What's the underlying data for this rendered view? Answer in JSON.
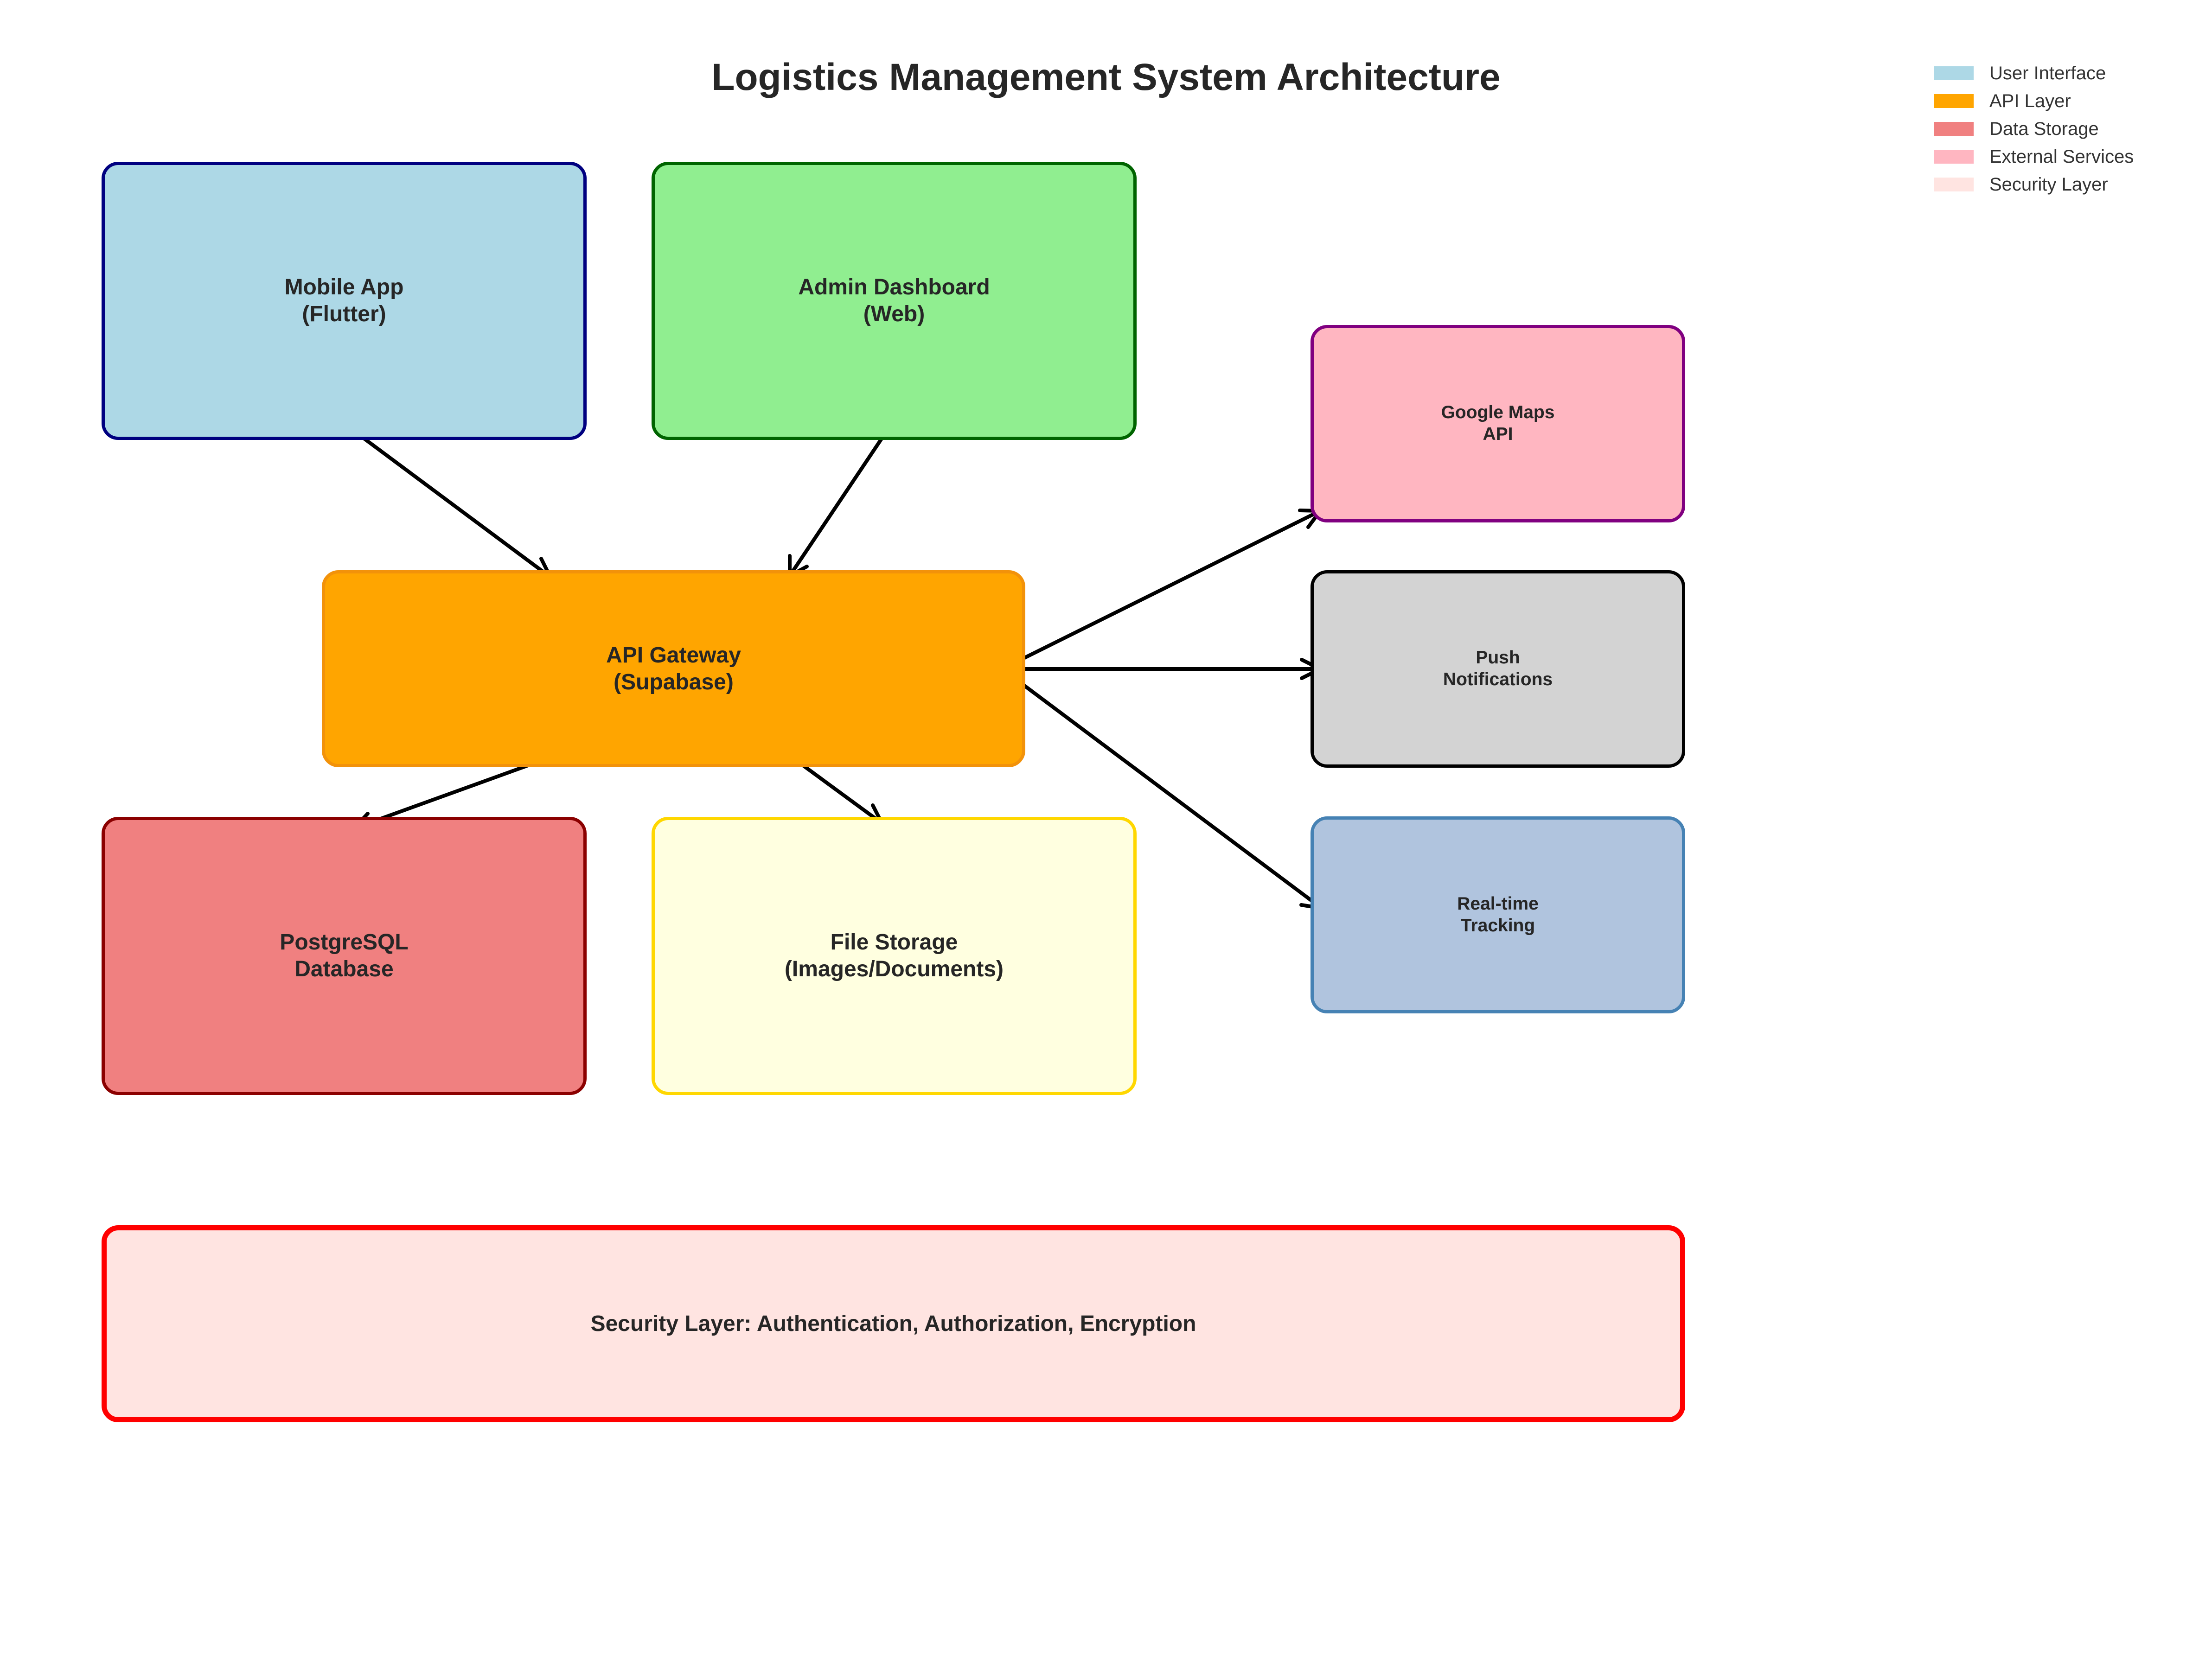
{
  "title": "Logistics Management System Architecture",
  "nodes": {
    "mobile_app": "Mobile App\n(Flutter)",
    "admin_dashboard": "Admin Dashboard\n(Web)",
    "api_gateway": "API Gateway\n(Supabase)",
    "postgresql": "PostgreSQL\nDatabase",
    "file_storage": "File Storage\n(Images/Documents)",
    "google_maps": "Google Maps\nAPI",
    "push_notifications": "Push\nNotifications",
    "realtime_tracking": "Real-time\nTracking",
    "security_layer": "Security Layer: Authentication, Authorization, Encryption"
  },
  "legend": [
    {
      "label": "User Interface",
      "color": "#add8e6"
    },
    {
      "label": "API Layer",
      "color": "#ffa500"
    },
    {
      "label": "Data Storage",
      "color": "#f08080"
    },
    {
      "label": "External Services",
      "color": "#ffb6c1"
    },
    {
      "label": "Security Layer",
      "color": "#ffe4e1"
    }
  ],
  "colors": {
    "mobile_app": {
      "fill": "#add8e6",
      "border": "#000080"
    },
    "admin_dashboard": {
      "fill": "#90ee90",
      "border": "#006400"
    },
    "api_gateway": {
      "fill": "#ffa500",
      "border": "#f2920a"
    },
    "postgresql": {
      "fill": "#f08080",
      "border": "#8b0000"
    },
    "file_storage": {
      "fill": "#ffffe0",
      "border": "#ffd700"
    },
    "google_maps": {
      "fill": "#ffb6c1",
      "border": "#800080"
    },
    "push_notifications": {
      "fill": "#d3d3d3",
      "border": "#000000"
    },
    "realtime_tracking": {
      "fill": "#b0c4de",
      "border": "#4682b4"
    },
    "security_layer": {
      "fill": "#ffe4e1",
      "border": "#ff0000"
    }
  },
  "edges": [
    {
      "from": "mobile_app",
      "to": "api_gateway"
    },
    {
      "from": "admin_dashboard",
      "to": "api_gateway"
    },
    {
      "from": "api_gateway",
      "to": "postgresql"
    },
    {
      "from": "api_gateway",
      "to": "file_storage"
    },
    {
      "from": "api_gateway",
      "to": "google_maps"
    },
    {
      "from": "api_gateway",
      "to": "push_notifications"
    },
    {
      "from": "api_gateway",
      "to": "realtime_tracking"
    }
  ]
}
